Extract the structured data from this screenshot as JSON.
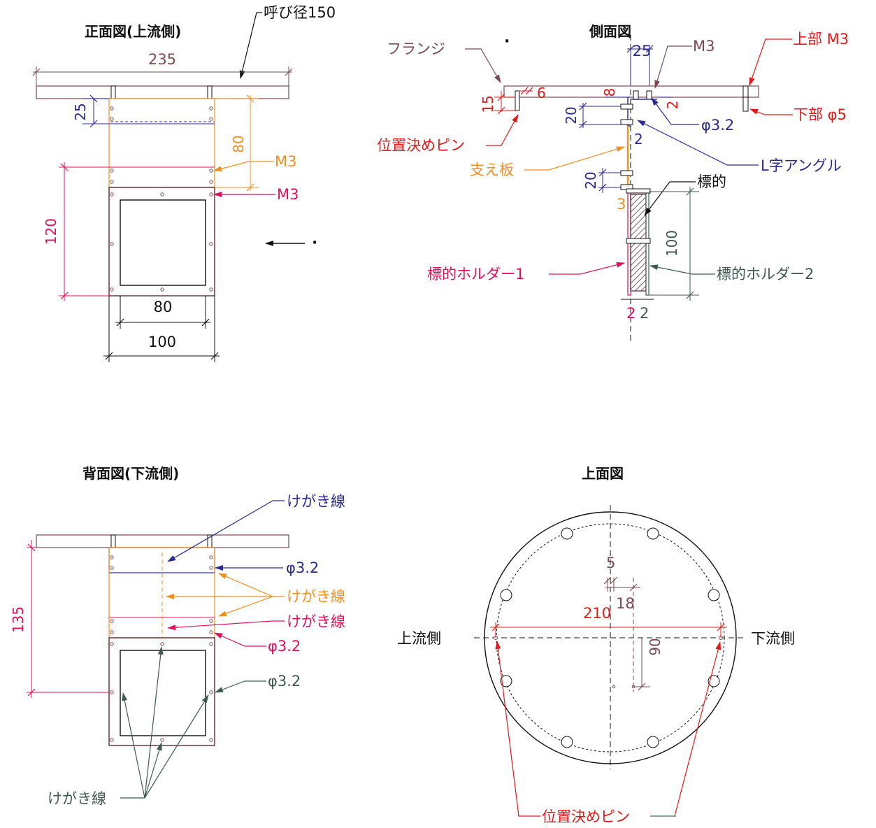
{
  "colors": {
    "black": "#111111",
    "brown": "#7a4a52",
    "orange": "#f09020",
    "pink": "#e0105a",
    "navy": "#2a2a8c",
    "red": "#e01a1a",
    "darkgreen": "#3e5a52",
    "holder": "#5a2a32"
  },
  "front": {
    "title": "正面図(上流側)",
    "pipe_label": "呼び径150",
    "dim_235": "235",
    "dim_25": "25",
    "dim_80_v": "80",
    "m3_orange": "M3",
    "m3_pink": "M3",
    "dim_120": "120",
    "dim_80_h": "80",
    "dim_100": "100",
    "dot": "·"
  },
  "side": {
    "title": "側面図",
    "dot": "·",
    "flange": "フランジ",
    "dim_25": "25",
    "m3": "M3",
    "upper_m3": "上部 M3",
    "dim_6": "6",
    "dim_8": "8",
    "dim_15": "15",
    "dim_2a": "2",
    "phi32": "φ3.2",
    "lower_phi5": "下部 φ5",
    "dim_20a": "20",
    "pin": "位置決めピン",
    "dim_2b": "2",
    "support": "支え板",
    "angle": "L字アングル",
    "dim_20b": "20",
    "target": "標的",
    "dim_3": "3",
    "dim_100": "100",
    "holder1": "標的ホルダー1",
    "holder2": "標的ホルダー2",
    "dim_2c": "2",
    "dim_2d": "2"
  },
  "back": {
    "title": "背面図(下流側)",
    "scribe_navy": "けがき線",
    "phi_navy": "φ3.2",
    "scribe_orange": "けがき線",
    "scribe_pink": "けがき線",
    "phi_pink": "φ3.2",
    "dim_135": "135",
    "phi_green": "φ3.2",
    "scribe_green": "けがき線"
  },
  "top": {
    "title": "上面図",
    "upstream": "上流側",
    "downstream": "下流側",
    "dim_5": "5",
    "dim_18": "18",
    "dim_210": "210",
    "dim_90": "90",
    "pin": "位置決めピン"
  }
}
